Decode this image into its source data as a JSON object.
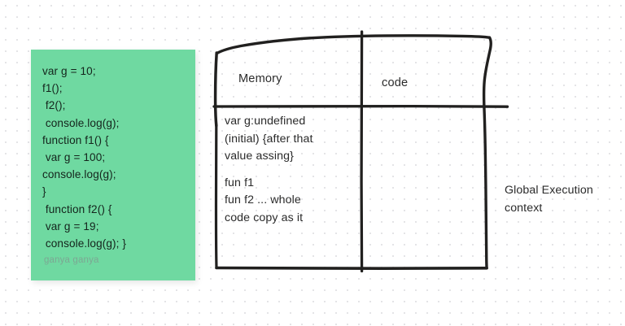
{
  "canvas": {
    "background_color": "#ffffff",
    "dot_grid_color": "#e3e3e6"
  },
  "code_card": {
    "background_color": "#6fd9a1",
    "lines": [
      "var g = 10;",
      "f1();",
      " f2();",
      " console.log(g);",
      "function f1() {",
      " var g = 100;",
      "console.log(g);",
      "}",
      " function f2() {",
      " var g = 19;",
      " console.log(g); }"
    ],
    "watermark": "ganya ganya"
  },
  "diagram": {
    "ink_color": "#21201f",
    "columns": {
      "memory_header": "Memory",
      "code_header": "code"
    },
    "memory_entries": [
      "var g:undefined",
      "(initial) {after that",
      "value assing}"
    ],
    "memory_entries_2": [
      "fun f1",
      "fun f2 ... whole",
      "code copy as it"
    ],
    "code_entries": [],
    "annotation": {
      "line1": "Global Execution",
      "line2": "context"
    }
  }
}
